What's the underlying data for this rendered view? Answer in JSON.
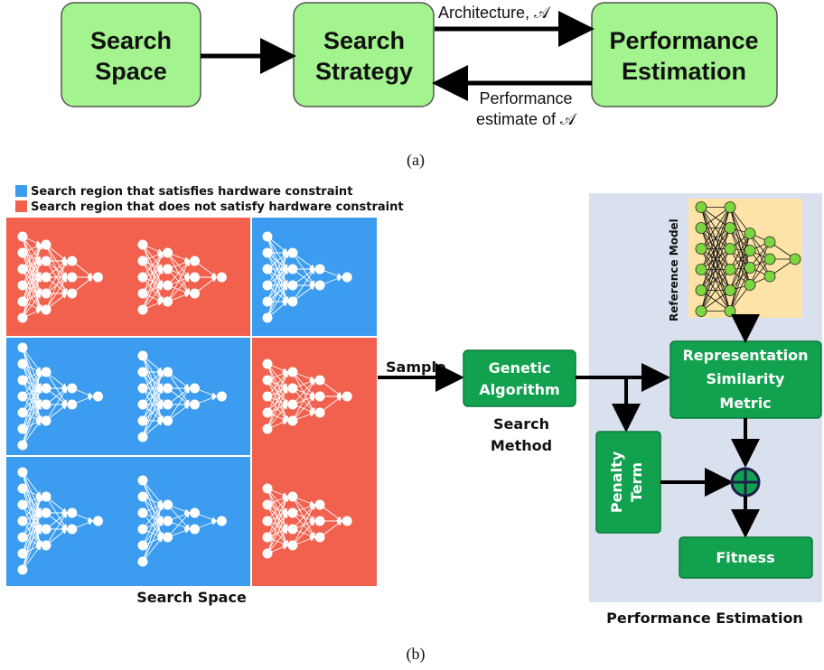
{
  "part_a": {
    "search_space": [
      "Search",
      "Space"
    ],
    "search_strategy": [
      "Search",
      "Strategy"
    ],
    "performance_estimation": [
      "Performance",
      "Estimation"
    ],
    "arrow_top_label": "Architecture, 𝒜",
    "arrow_bottom_label": [
      "Performance",
      "estimate of 𝒜"
    ],
    "caption": "(a)"
  },
  "part_b": {
    "legend": {
      "blue_label": "Search region that satisfies hardware constraint",
      "red_label": "Search region that does not satisfy hardware constraint"
    },
    "colors": {
      "blue": "#3b9cf0",
      "red": "#f1614d",
      "green": "#12a14f",
      "light_green": "#9ff58e",
      "panel": "#d9e0ee",
      "ref_bg": "#fde3a7"
    },
    "grid_regions": [
      "red",
      "red",
      "blue",
      "blue",
      "blue",
      "red",
      "blue",
      "blue",
      "red"
    ],
    "search_space_label": "Search Space",
    "sample_label": "Sample",
    "genetic_algorithm": [
      "Genetic",
      "Algorithm"
    ],
    "search_method": [
      "Search",
      "Method"
    ],
    "reference_model": "Reference Model",
    "representation_metric": [
      "Representation",
      "Similarity",
      "Metric"
    ],
    "penalty_term": [
      "Penalty",
      "Term"
    ],
    "fitness": "Fitness",
    "performance_estimation_label": "Performance  Estimation",
    "caption": "(b)"
  }
}
